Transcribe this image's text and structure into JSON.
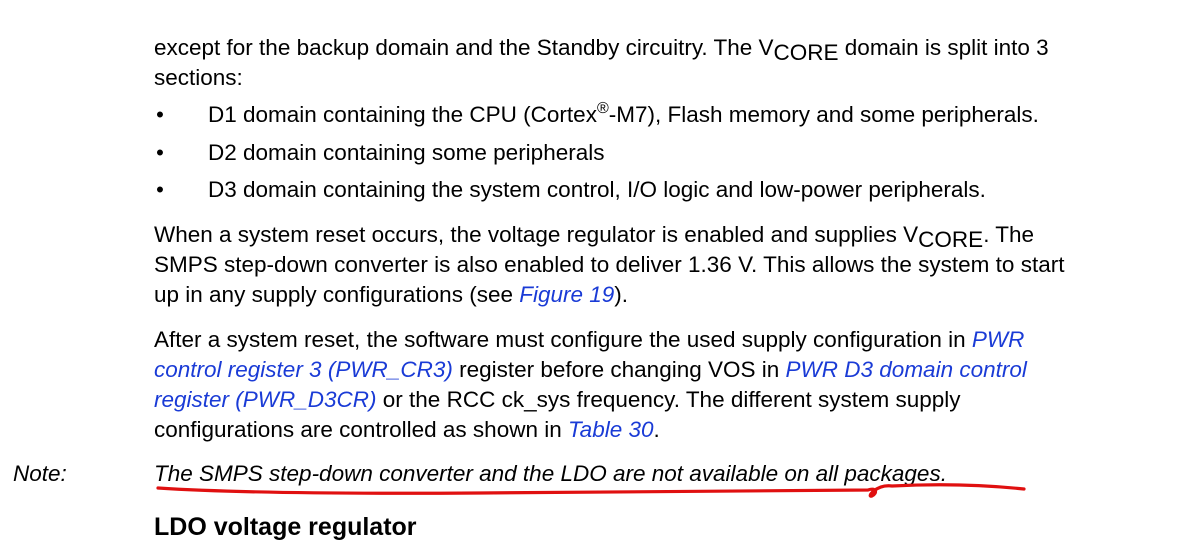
{
  "intro": {
    "line1_before": "except for the backup domain and the Standby circuitry. The V",
    "line1_sub": "CORE",
    "line1_after": " domain is split into 3",
    "line2": "sections:"
  },
  "bullets": [
    {
      "before": "D1 domain containing the CPU (Cortex",
      "sup": "®",
      "after": "-M7), Flash memory and some peripherals."
    },
    {
      "before": "D2 domain containing some peripherals",
      "sup": "",
      "after": ""
    },
    {
      "before": "D3 domain containing the system control, I/O logic and low-power peripherals.",
      "sup": "",
      "after": ""
    }
  ],
  "bullet_symbol": "•",
  "reset_paragraph": {
    "line1_before": "When a system reset occurs, the voltage regulator is enabled and supplies V",
    "line1_sub": "CORE",
    "line1_after": ". The",
    "line2": "SMPS step-down converter is also enabled to deliver 1.36 V. This allows the system to start",
    "line3_before": "up in any supply configurations (see ",
    "line3_link": "Figure 19",
    "line3_after": ")."
  },
  "config_paragraph": {
    "line1_before": "After a system reset, the software must configure the used supply configuration in ",
    "line1_link": "PWR",
    "line2_link": "control register 3 (PWR_CR3)",
    "line2_middle": " register before changing VOS in ",
    "line2_link2": "PWR D3 domain control",
    "line3_link": "register (PWR_D3CR)",
    "line3_after": " or the RCC ck_sys frequency. The different system supply",
    "line4_before": "configurations are controlled as shown in ",
    "line4_link": "Table 30",
    "line4_after": "."
  },
  "note": {
    "label": "Note:",
    "text": "The SMPS step-down converter and the LDO are not available on all packages."
  },
  "next_heading": "LDO voltage regulator",
  "colors": {
    "link": "#1a3bd6",
    "annotation": "#e01010",
    "text": "#000000"
  }
}
